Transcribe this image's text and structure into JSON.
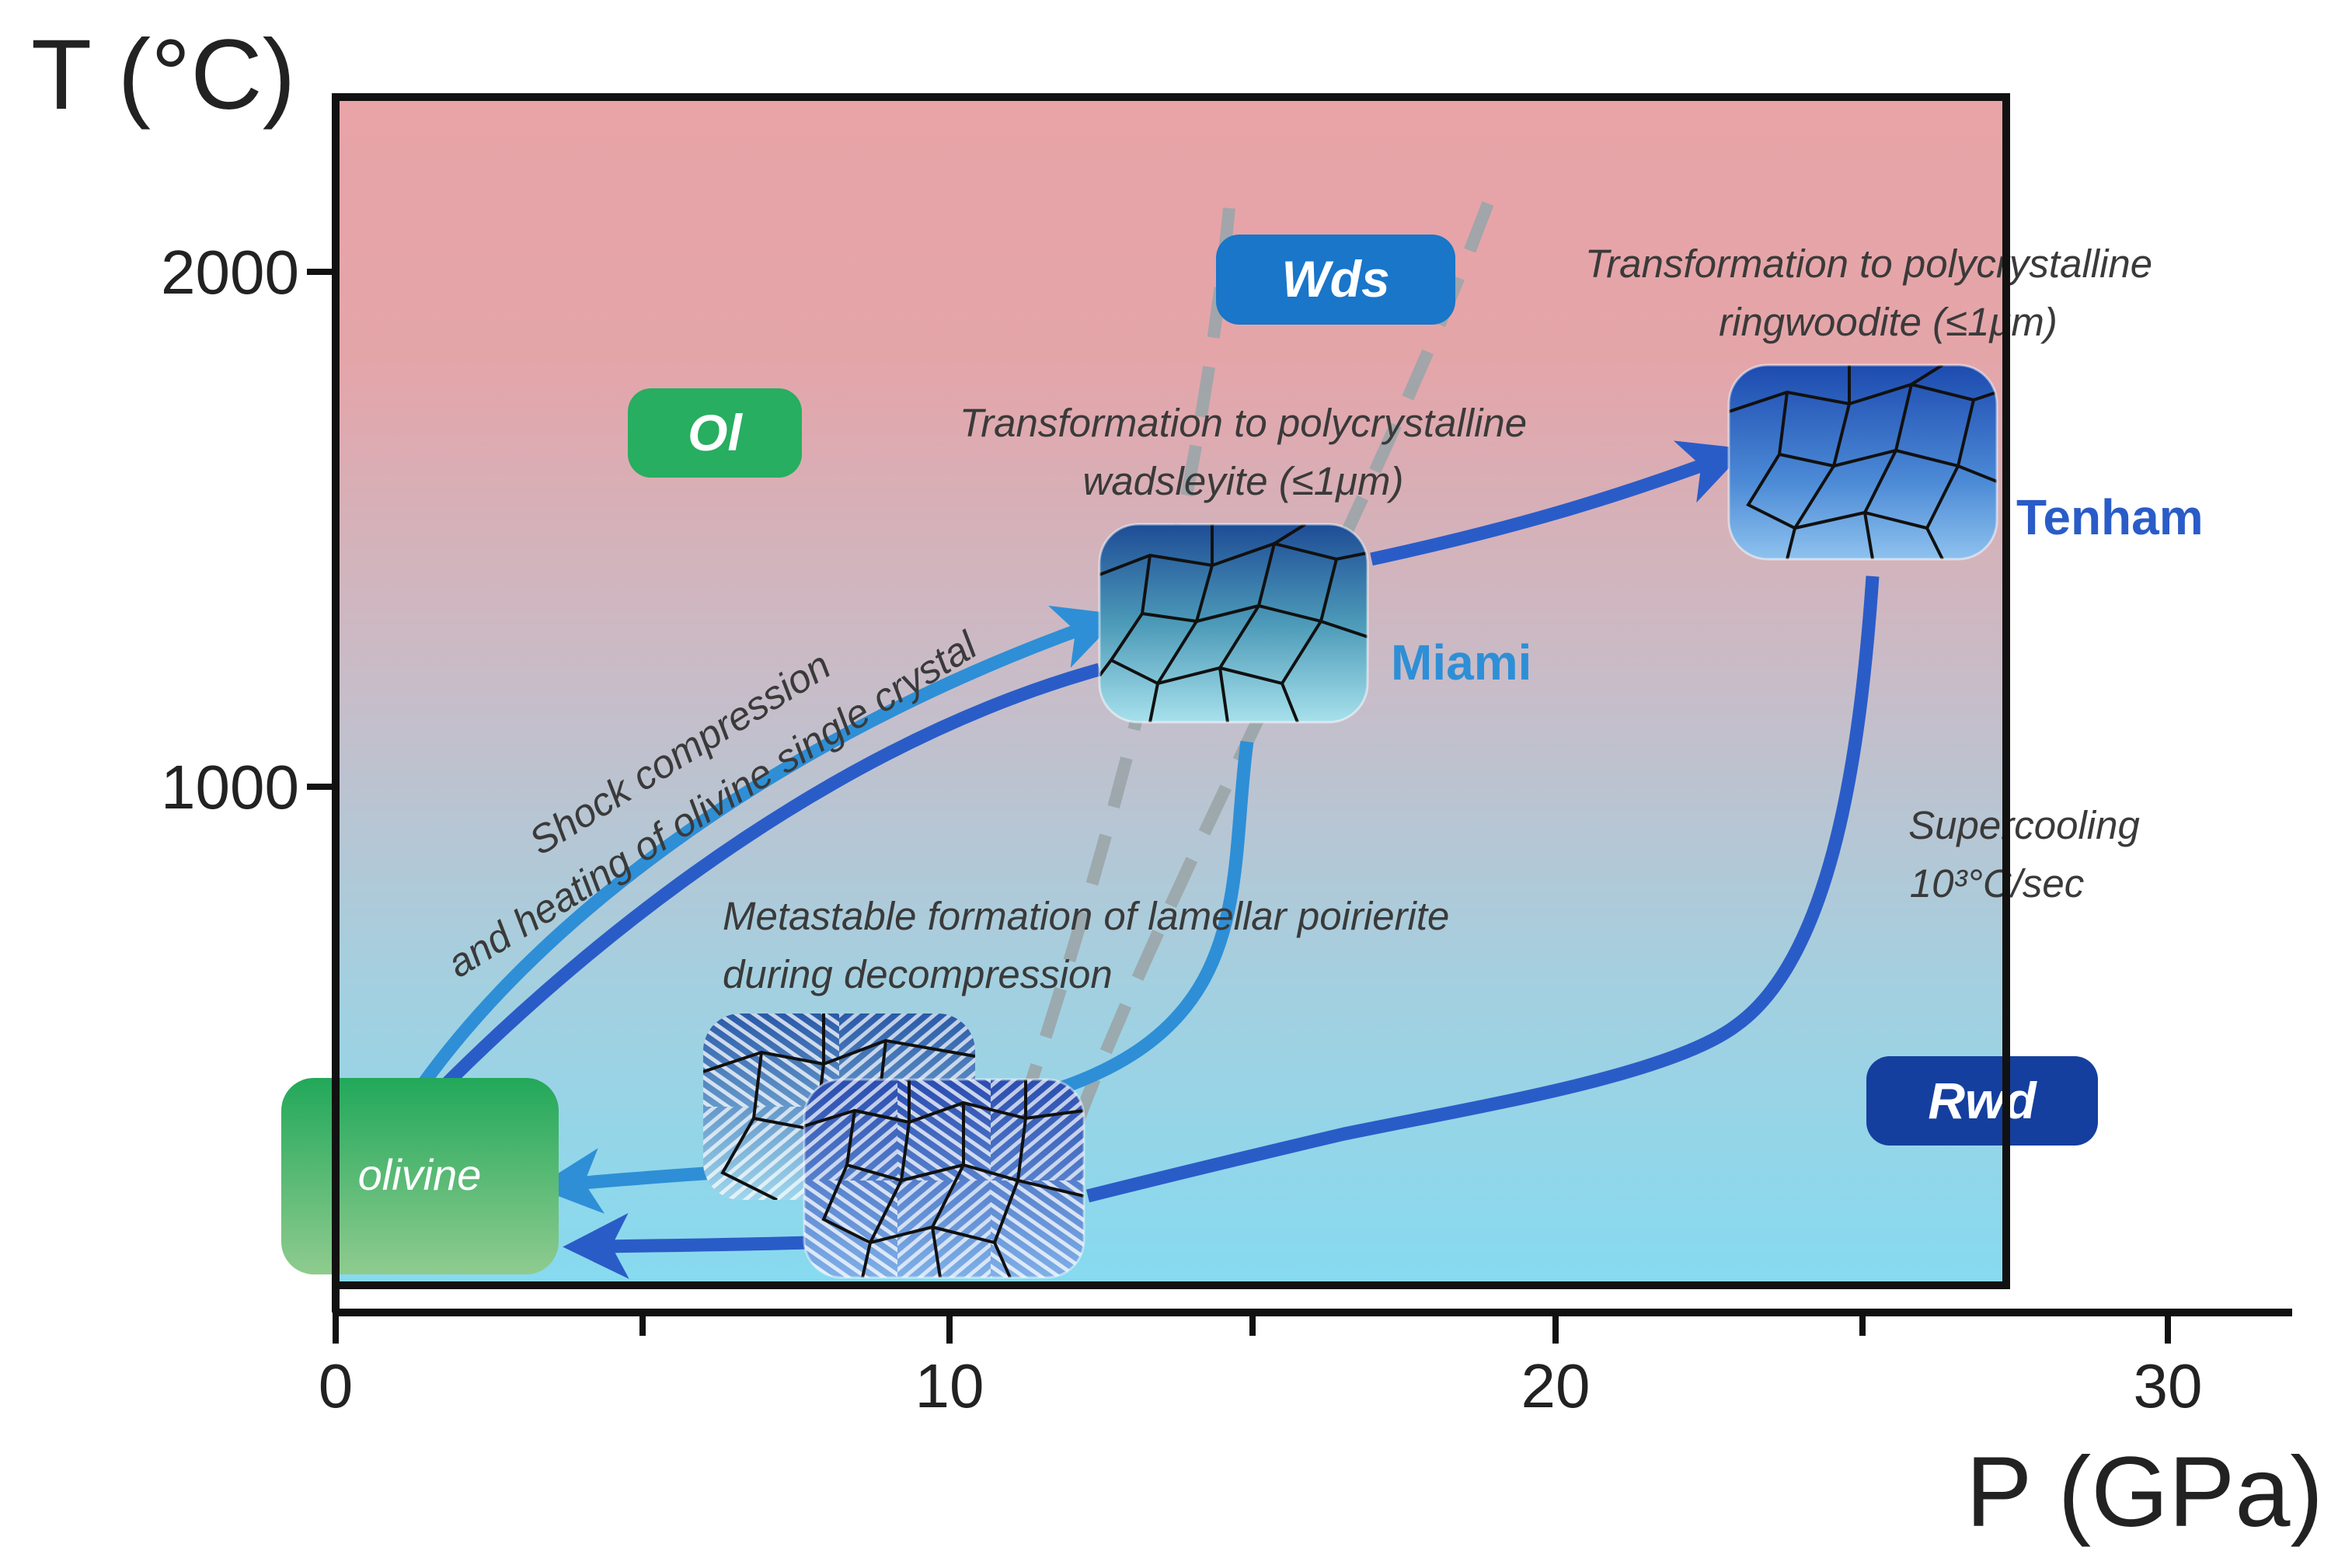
{
  "axes": {
    "y_title": "T (°C)",
    "x_title": "P (GPa)",
    "y_ticks": [
      "1000",
      "2000"
    ],
    "x_ticks": [
      "0",
      "10",
      "20",
      "30"
    ]
  },
  "phases": {
    "ol": "Ol",
    "wds": "Wds",
    "rwd": "Rwd",
    "olivine": "olivine"
  },
  "sites": {
    "miami": "Miami",
    "tenham": "Tenham"
  },
  "annotations": {
    "wadsleyite_1": "Transformation to polycrystalline",
    "wadsleyite_2": "wadsleyite (≤1μm)",
    "ringwoodite_1": "Transformation to polycrystalline",
    "ringwoodite_2": "ringwoodite (≤1μm)",
    "shock_1": "Shock compression",
    "shock_2": "and heating of olivine single crystal",
    "poirierite_1": "Metastable formation of lamellar poirierite",
    "poirierite_2": "during decompression",
    "supercooling_1": "Supercooling",
    "supercooling_2": "10³°C/sec"
  },
  "colors": {
    "top_background": "#e8a4a7",
    "bottom_background": "#86daf0",
    "ol_green": "#27ae60",
    "wds_blue": "#1976c9",
    "rwd_blue": "#153f9e",
    "miami_path": "#2e8fd6",
    "tenham_path": "#2a5cc8",
    "phase_boundary": "#9aa5a8"
  }
}
